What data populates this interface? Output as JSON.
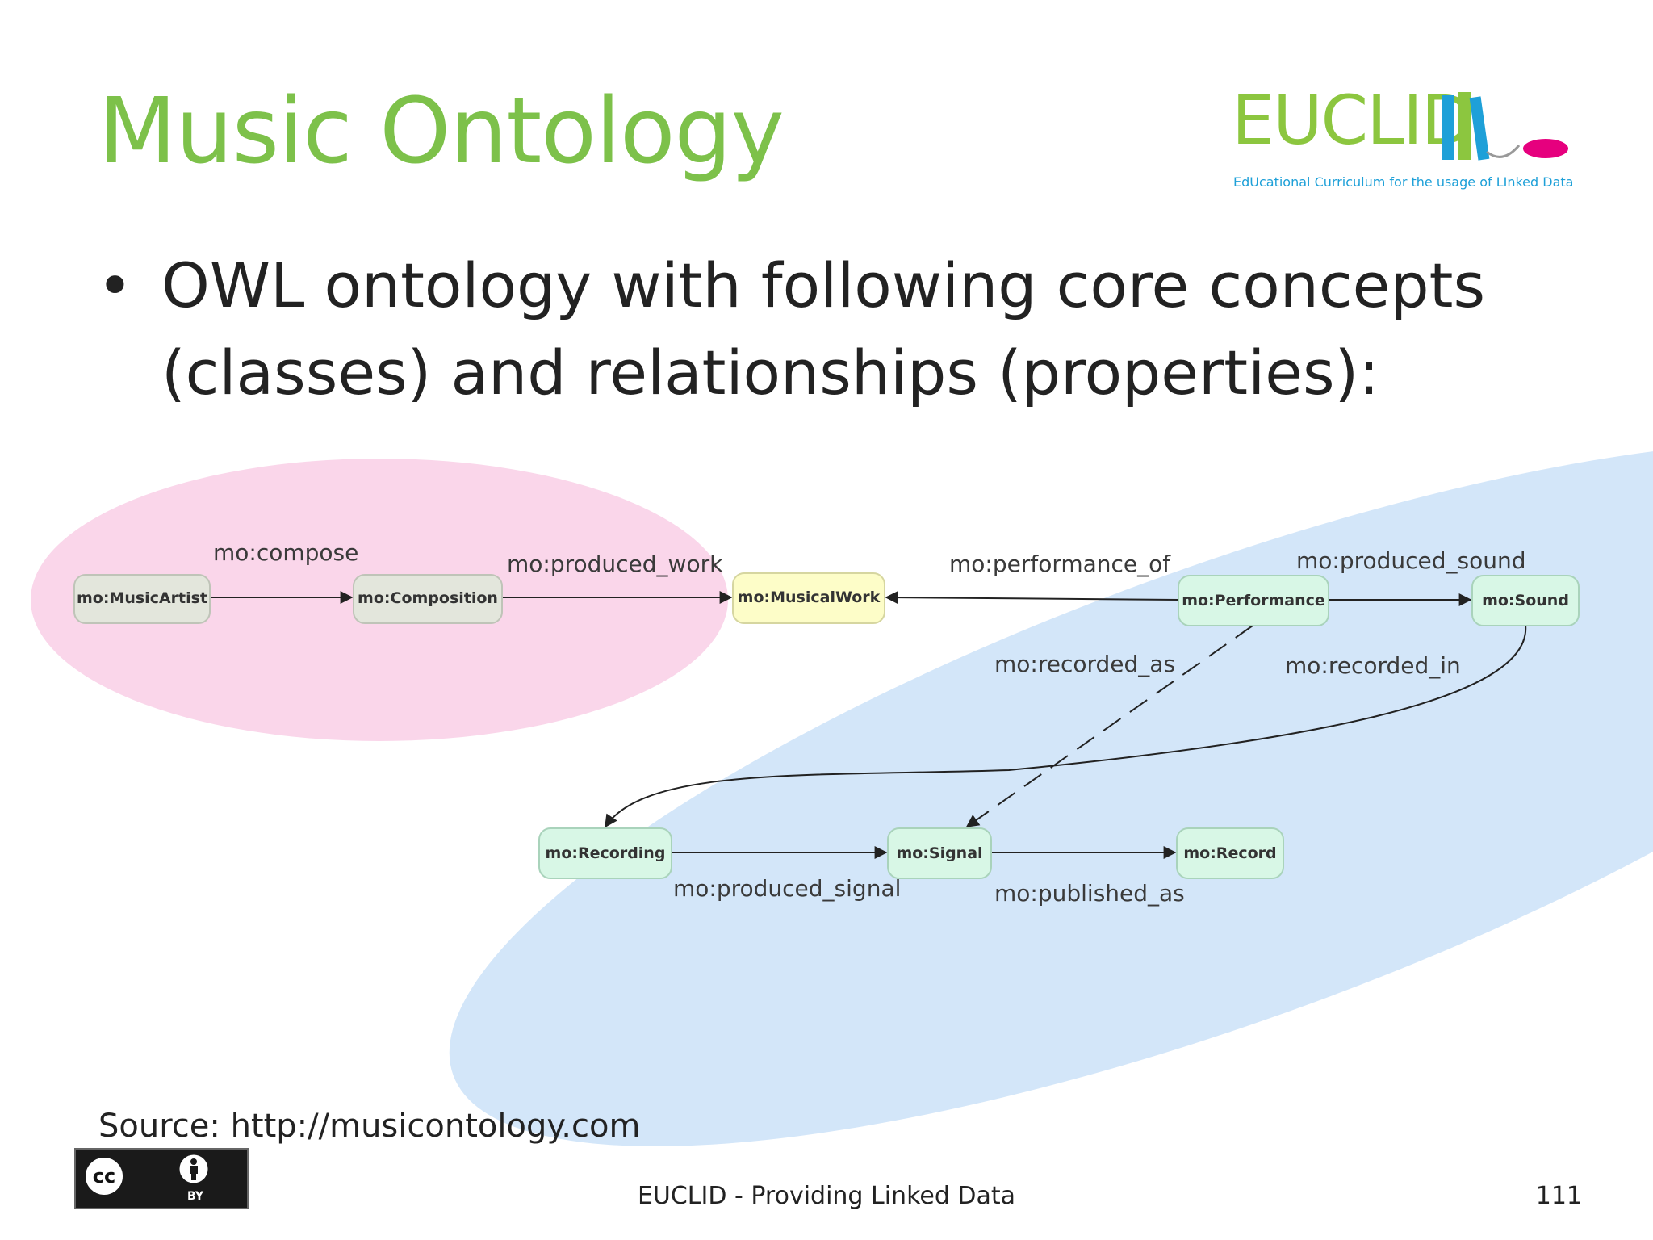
{
  "slide": {
    "title": "Music Ontology",
    "bullet": {
      "line1": "OWL ontology with following core concepts",
      "line2": "(classes) and relationships (properties):"
    },
    "source": "Source: http://musicontology.com",
    "footer": "EUCLID - Providing Linked Data",
    "page_number": "111"
  },
  "logo": {
    "word": "EUCLID",
    "tagline": "EdUcational Curriculum for the usage of LInked Data",
    "colors": {
      "word": "#8cc63f",
      "books": "#1ea0d8",
      "mouse": "#e6007e"
    }
  },
  "license": {
    "symbol": "cc",
    "label": "BY"
  },
  "diagram": {
    "nodes": {
      "music_artist": "mo:MusicArtist",
      "composition": "mo:Composition",
      "musical_work": "mo:MusicalWork",
      "performance": "mo:Performance",
      "sound": "mo:Sound",
      "recording": "mo:Recording",
      "signal": "mo:Signal",
      "record": "mo:Record"
    },
    "edges": {
      "compose": "mo:compose",
      "produced_work": "mo:produced_work",
      "performance_of": "mo:performance_of",
      "produced_sound": "mo:produced_sound",
      "recorded_as": "mo:recorded_as",
      "recorded_in": "mo:recorded_in",
      "produced_signal": "mo:produced_signal",
      "published_as": "mo:published_as"
    },
    "colors": {
      "pink_region": "#fad6ea",
      "blue_region": "#d3e6f9",
      "node_gray": "#e3e6dc",
      "node_yellow": "#fdfdc8",
      "node_green": "#d8f7e6"
    }
  }
}
